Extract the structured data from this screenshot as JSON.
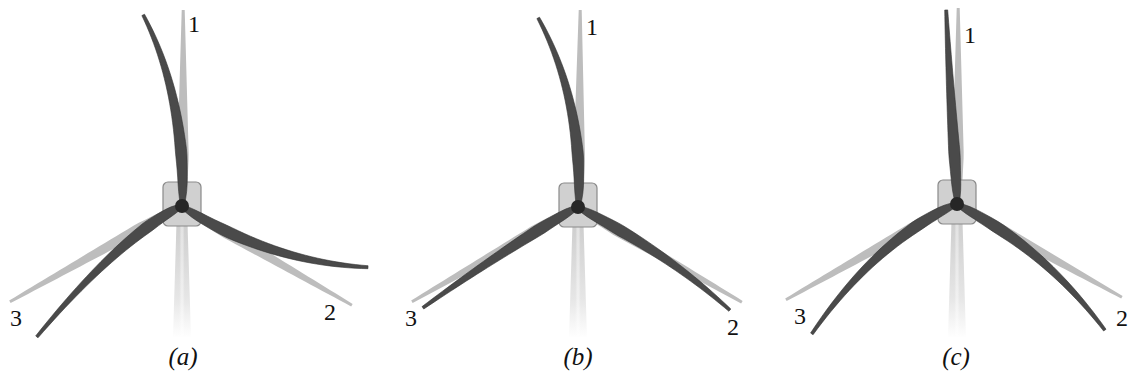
{
  "diagram": {
    "labels": [
      "1",
      "3",
      "2",
      "(a)",
      "1",
      "3",
      "2",
      "(b)",
      "1",
      "3",
      "2",
      "(c)"
    ]
  }
}
